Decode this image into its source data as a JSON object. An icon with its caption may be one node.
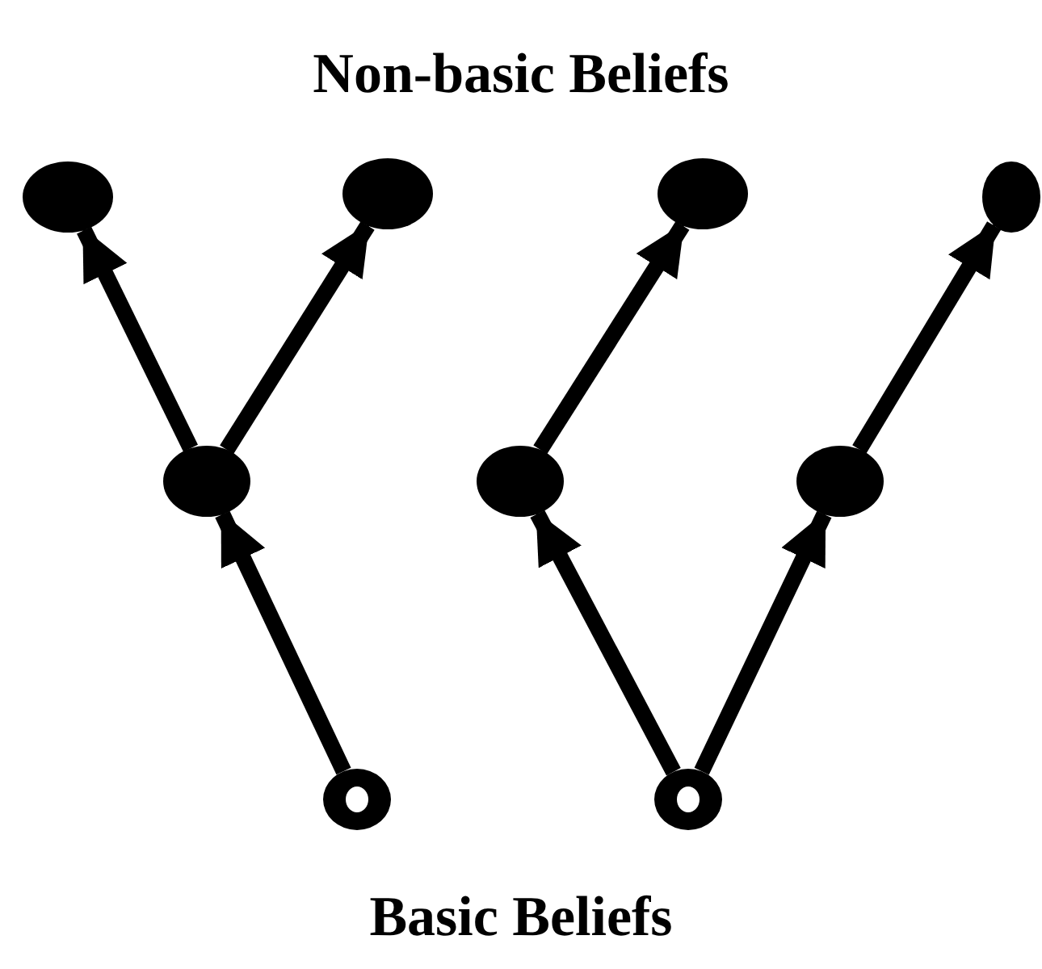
{
  "diagram": {
    "title": "Non-basic Beliefs",
    "caption": "Basic Beliefs",
    "nodes": [
      {
        "text": [],
        "shape": "circle"
      },
      {
        "text": [],
        "shape": "circle"
      },
      {
        "text": [],
        "shape": "circle"
      },
      {
        "text": [],
        "shape": "circle"
      },
      {
        "text": [],
        "shape": "circle"
      },
      {
        "text": [],
        "shape": "circle"
      },
      {
        "text": [],
        "shape": "circle"
      },
      {
        "text": [],
        "shape": "ring"
      },
      {
        "text": [],
        "shape": "ring"
      }
    ],
    "edges": [
      {
        "from": 4,
        "to": 0,
        "arrow": "to"
      },
      {
        "from": 4,
        "to": 1,
        "arrow": "to"
      },
      {
        "from": 5,
        "to": 2,
        "arrow": "to"
      },
      {
        "from": 6,
        "to": 3,
        "arrow": "to"
      },
      {
        "from": 7,
        "to": 4,
        "arrow": "to"
      },
      {
        "from": 8,
        "to": 5,
        "arrow": "to"
      },
      {
        "from": 8,
        "to": 6,
        "arrow": "to"
      }
    ]
  }
}
